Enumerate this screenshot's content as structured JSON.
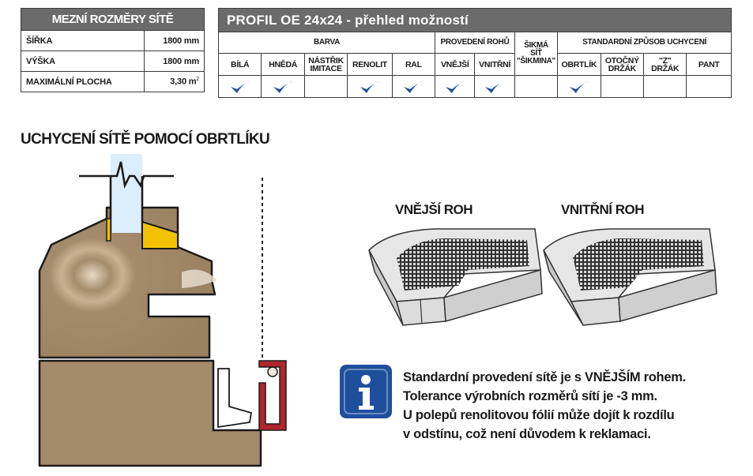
{
  "limits": {
    "title": "MEZNÍ ROZMĚRY SÍTĚ",
    "rows": [
      {
        "label": "ŠÍŘKA",
        "value": "1800 mm"
      },
      {
        "label": "VÝŠKA",
        "value": "1800 mm"
      },
      {
        "label": "MAXIMÁLNÍ PLOCHA",
        "value": "3,30 m",
        "sup": "2"
      }
    ]
  },
  "profile": {
    "title": "PROFIL OE 24x24 - přehled možností",
    "groups": {
      "color": "BARVA",
      "corners": "PROVEDENÍ ROHŮ",
      "slant": [
        "ŠIKMÁ",
        "SÍŤ",
        "\"ŠIKMINA\""
      ],
      "mounting": "STANDARDNÍ ZPŮSOB UCHYCENÍ"
    },
    "columns": [
      {
        "label": [
          "BÍLÁ"
        ],
        "checked": true
      },
      {
        "label": [
          "HNĚDÁ"
        ],
        "checked": true
      },
      {
        "label": [
          "NÁSTŘIK",
          "IMITACE"
        ],
        "checked": false
      },
      {
        "label": [
          "RENOLIT"
        ],
        "checked": true
      },
      {
        "label": [
          "RAL"
        ],
        "checked": true
      },
      {
        "label": [
          "VNĚJŠÍ"
        ],
        "checked": true
      },
      {
        "label": [
          "VNITŘNÍ"
        ],
        "checked": true
      },
      {
        "label": [],
        "checked": false
      },
      {
        "label": [
          "OBRTLÍK"
        ],
        "checked": true
      },
      {
        "label": [
          "OTOČNÝ",
          "DRŽÁK"
        ],
        "checked": false
      },
      {
        "label": [
          "\"Z\"",
          "DRŽÁK"
        ],
        "checked": false
      },
      {
        "label": [
          "PANT"
        ],
        "checked": false
      }
    ],
    "check_color": "#1e4f9c"
  },
  "section_title": "UCHYCENÍ SÍTĚ POMOCÍ OBRTLÍKU",
  "corners": {
    "outer_label": "VNĚJŠÍ ROH",
    "inner_label": "VNITŘNÍ ROH"
  },
  "info": {
    "icon": "info-icon",
    "lines": [
      "Standardní provedení sítě je s VNĚJŠÍM rohem.",
      "Tolerance výrobních rozměrů sítí je -3 mm.",
      "U polepů renolitovou fólií může dojít k rozdílu",
      "v odstínu, což není důvodem k reklamaci."
    ]
  },
  "colors": {
    "header_gray": "#6b6b6b",
    "profile_brown": "#a48b6c",
    "seal_yellow": "#f2c200",
    "info_blue": "#1e4f9c",
    "frame_red": "#b0262a"
  }
}
